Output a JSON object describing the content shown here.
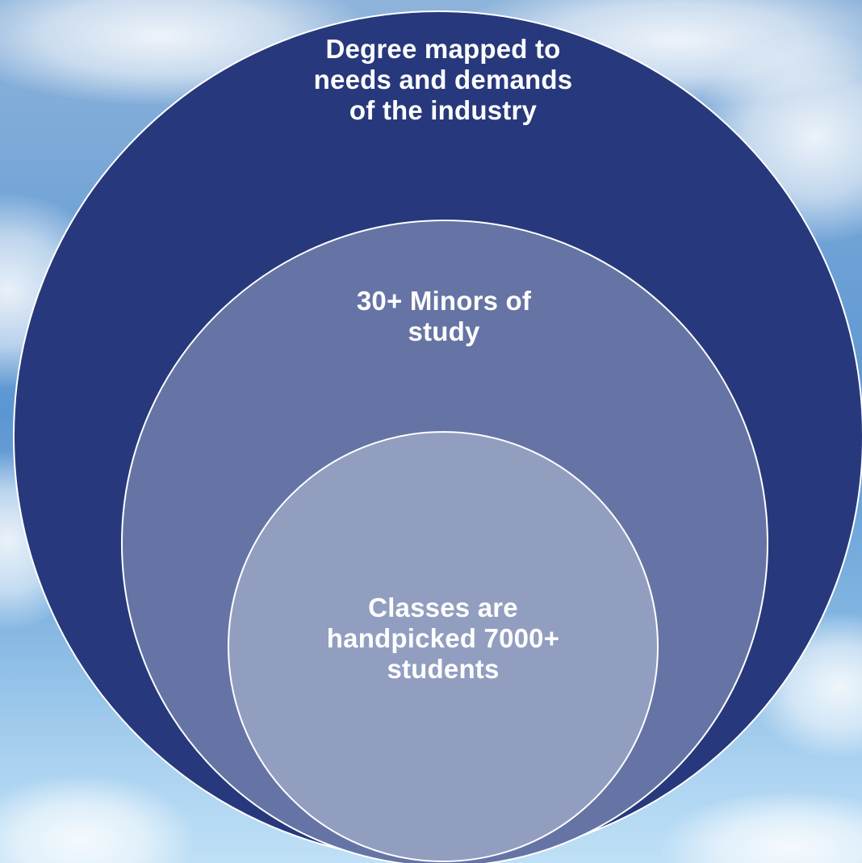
{
  "diagram": {
    "type": "nested-circles",
    "colors": {
      "outer": "#27397c",
      "middle": "#6674a5",
      "inner": "#929ec0",
      "stroke": "#ffffff"
    },
    "rings": [
      {
        "id": "outer",
        "text": "Degree mapped to needs and demands of the industry"
      },
      {
        "id": "middle",
        "text": "30+ Minors of study"
      },
      {
        "id": "inner",
        "text": "Classes are handpicked 7000+ students"
      }
    ]
  }
}
